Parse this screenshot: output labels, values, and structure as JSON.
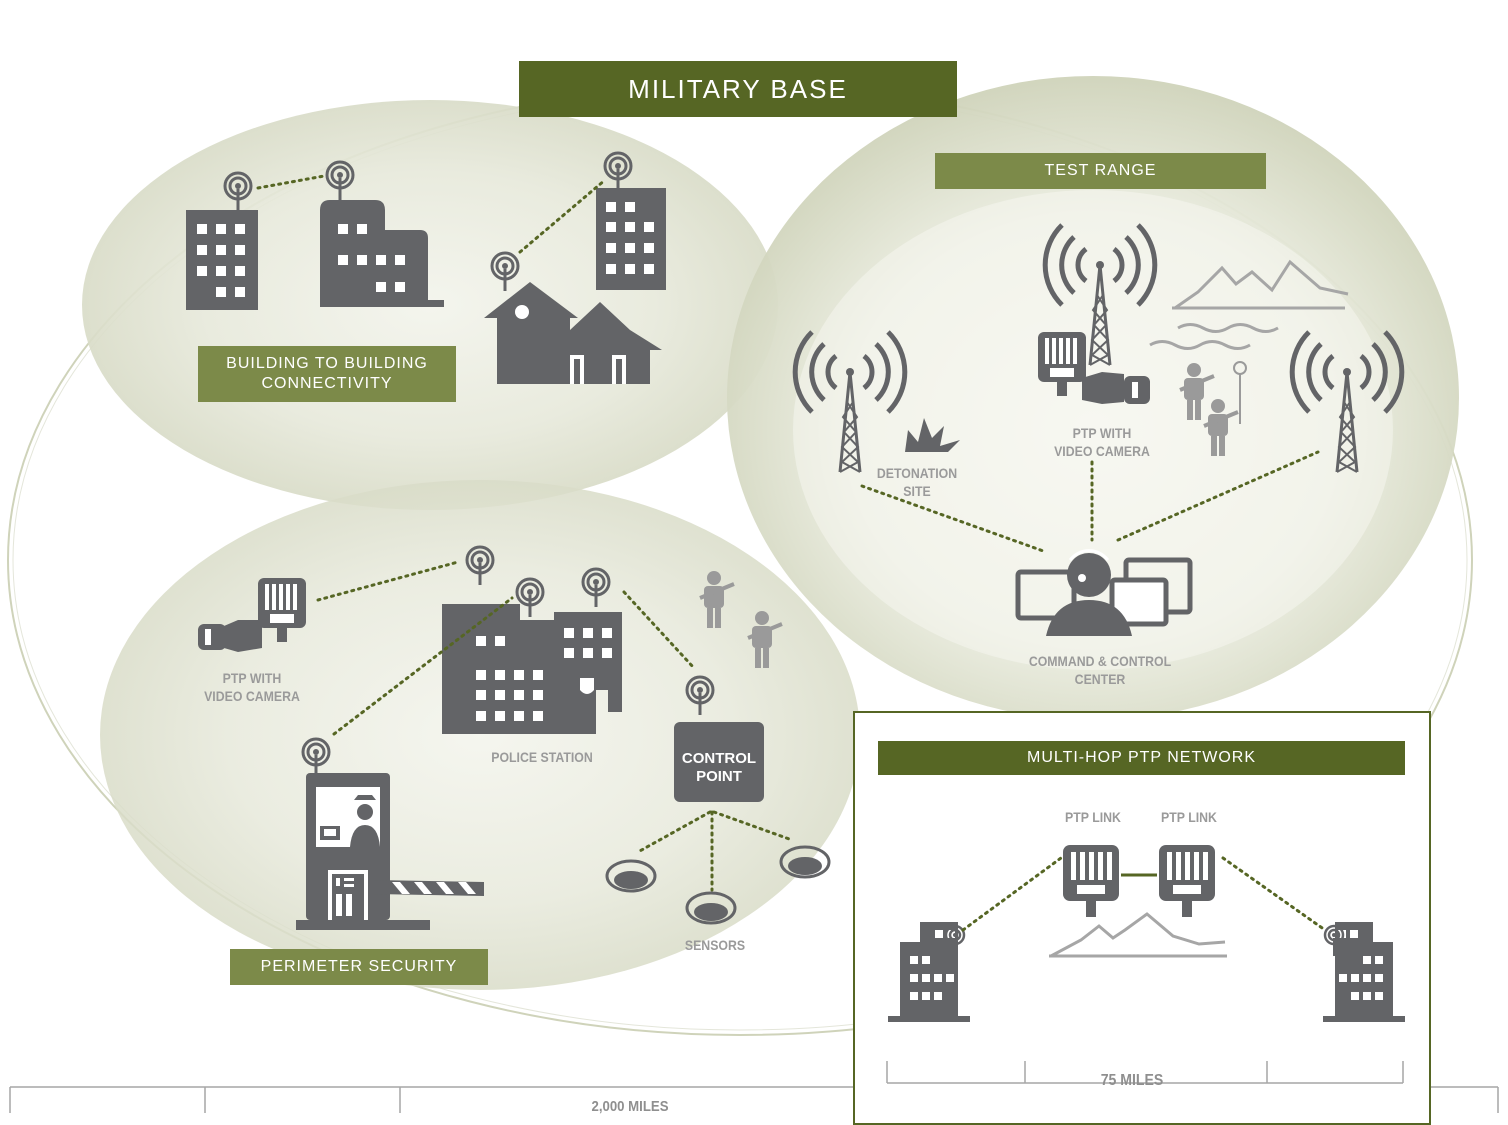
{
  "title": "MILITARY BASE",
  "zones": {
    "test_range": "TEST RANGE",
    "building_to_building": [
      "BUILDING TO BUILDING",
      "CONNECTIVITY"
    ],
    "perimeter_security": "PERIMETER SECURITY"
  },
  "labels": {
    "detonation_site": [
      "DETONATION",
      "SITE"
    ],
    "ptp_video_camera_test": [
      "PTP WITH",
      "VIDEO CAMERA"
    ],
    "command_control": [
      "COMMAND & CONTROL",
      "CENTER"
    ],
    "ptp_video_camera_perimeter": [
      "PTP WITH",
      "VIDEO CAMERA"
    ],
    "police_station": "POLICE STATION",
    "control_point": [
      "CONTROL",
      "POINT"
    ],
    "sensors": "SENSORS"
  },
  "inset": {
    "title": "MULTI-HOP PTP NETWORK",
    "link_left": "PTP LINK",
    "link_right": "PTP LINK",
    "distance": "75 MILES"
  },
  "scale": {
    "distance": "2,000 MILES"
  },
  "colors": {
    "dark_olive": "#566624",
    "olive": "#7c8a49",
    "icon_gray": "#636467",
    "light_gray": "#a6a6a6",
    "link_dots": "#566624"
  }
}
